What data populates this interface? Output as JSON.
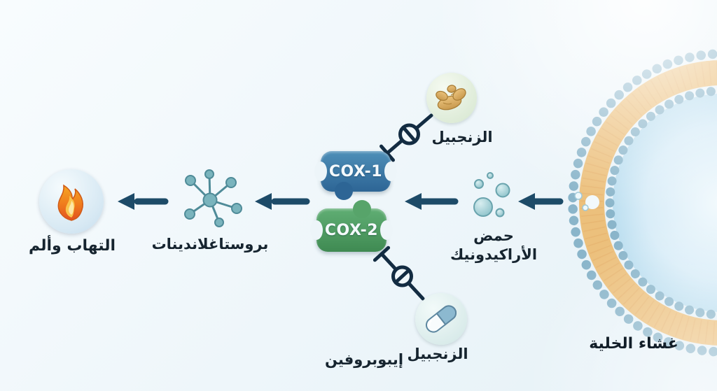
{
  "diagram": {
    "membrane": {
      "label": "غشاء الخلية"
    },
    "arachidonic": {
      "label_line1": "حمض",
      "label_line2": "الأراكيدونيك"
    },
    "cox1": {
      "label": "COX-1"
    },
    "cox2": {
      "label": "COX-2"
    },
    "ginger_top": {
      "label": "الزنجبيل"
    },
    "ginger_bottom": {
      "label": "الزنجبيل"
    },
    "ibuprofen": {
      "label": "إيبوبروفين"
    },
    "prostaglandins": {
      "label": "بروستاغلاندينات"
    },
    "inflammation": {
      "label": "التهاب وألم"
    },
    "icons": {
      "ginger": "ginger-root-icon",
      "ibuprofen": "capsule-pill-icon",
      "inflammation": "flame-icon",
      "inhibition": "no-entry-slash-icon",
      "membrane": "lipid-bilayer-arc",
      "arachidonic": "bubble-cluster-icon",
      "prostaglandins": "molecule-icon"
    },
    "colors": {
      "background": "#eef6fa",
      "cox1_fill": "#2d6595",
      "cox2_fill": "#3f8a52",
      "arrow": "#1d4b68",
      "membrane_band": "#ecc07c",
      "membrane_beads": "#8ab5ca",
      "cell_interior": "#d9edf8",
      "inhibitor_line": "#132c42",
      "flame_orange": "#ef7b1d",
      "flame_yellow": "#f9c44c",
      "molecule_teal": "#7ab4bd",
      "label_text": "#16242f"
    }
  }
}
